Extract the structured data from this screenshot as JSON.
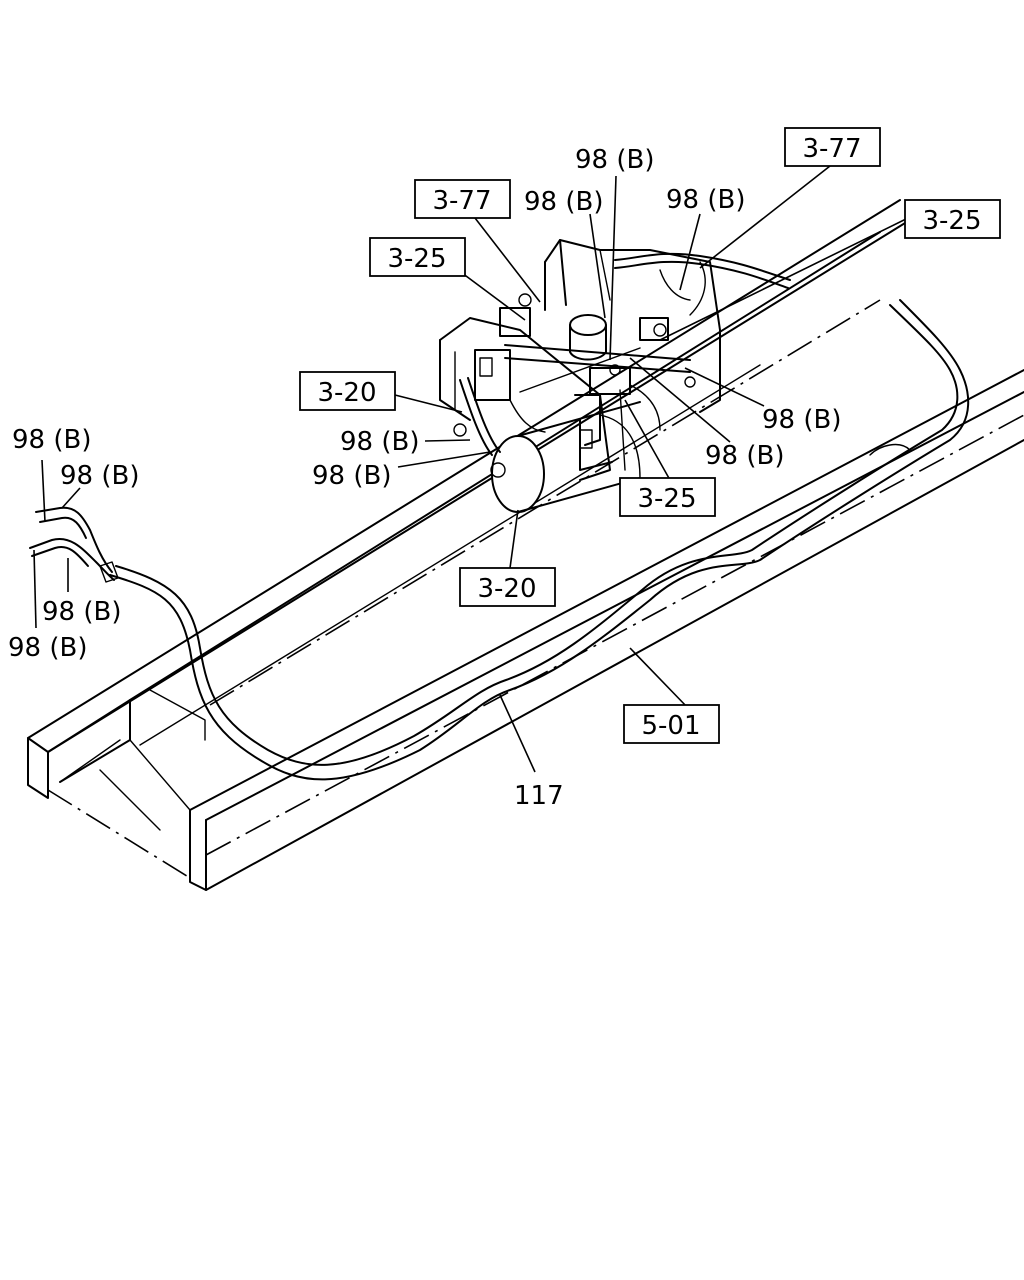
{
  "diagram": {
    "ref_labels": {
      "ref_3_77_a": "3-77",
      "ref_3_77_b": "3-77",
      "ref_3_25_a": "3-25",
      "ref_3_25_b": "3-25",
      "ref_3_25_c": "3-25",
      "ref_3_20_a": "3-20",
      "ref_3_20_b": "3-20",
      "ref_5_01": "5-01"
    },
    "part_labels": {
      "p98_top": "98 (B)",
      "p98_mid_left": "98 (B)",
      "p98_mid_right": "98 (B)",
      "p98_right_a": "98 (B)",
      "p98_right_b": "98 (B)",
      "p98_center_a": "98 (B)",
      "p98_center_b": "98 (B)",
      "p98_left_a": "98 (B)",
      "p98_left_b": "98 (B)",
      "p98_left_c": "98 (B)",
      "p98_left_d": "98 (B)",
      "p117": "117"
    }
  }
}
